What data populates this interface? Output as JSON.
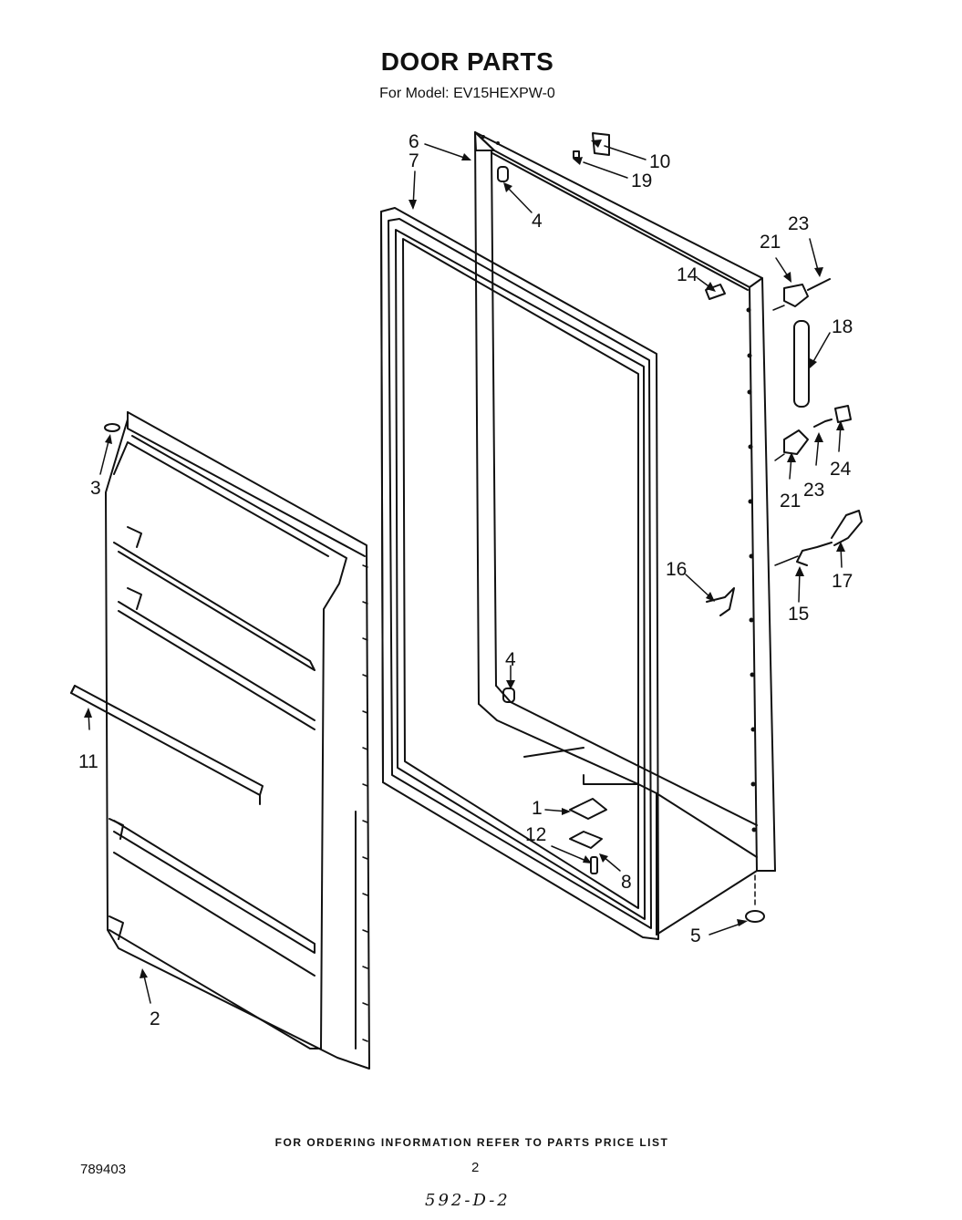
{
  "header": {
    "title": "DOOR PARTS",
    "model_line": "For Model: EV15HEXPW-0"
  },
  "callouts": {
    "c1": "1",
    "c2": "2",
    "c3": "3",
    "c4a": "4",
    "c4b": "4",
    "c5": "5",
    "c6": "6",
    "c7": "7",
    "c8": "8",
    "c10": "10",
    "c11": "11",
    "c12": "12",
    "c14": "14",
    "c15": "15",
    "c16": "16",
    "c17": "17",
    "c18": "18",
    "c19": "19",
    "c21a": "21",
    "c21b": "21",
    "c23a": "23",
    "c23b": "23",
    "c24": "24"
  },
  "footer": {
    "ordering_note": "FOR ORDERING INFORMATION REFER TO PARTS PRICE LIST",
    "document_number": "789403",
    "page_number": "2",
    "handwritten_note": "592-D-2"
  }
}
